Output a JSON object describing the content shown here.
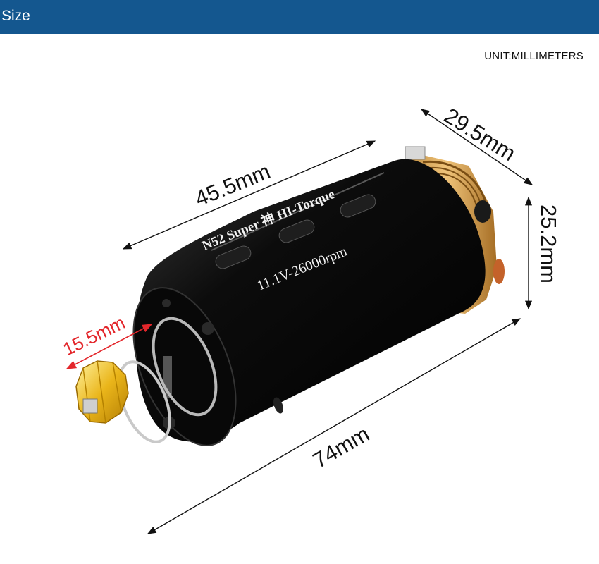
{
  "header": {
    "title": "Size"
  },
  "unit": "UNIT:MILLIMETERS",
  "product": {
    "model_line": "N52 Super 神  HI-Torque",
    "spec_line": "11.1V-26000rpm"
  },
  "dimensions": {
    "length_body": "45.5mm",
    "width_back": "29.5mm",
    "height_back": "25.2mm",
    "gear_diameter": "15.5mm",
    "total_length": "74mm"
  },
  "colors": {
    "header": "#14578f",
    "motor_body": "#0d0d0d",
    "brass": "#d9a24a",
    "gear": "#e8b317",
    "dimension_red": "#e3262b"
  }
}
